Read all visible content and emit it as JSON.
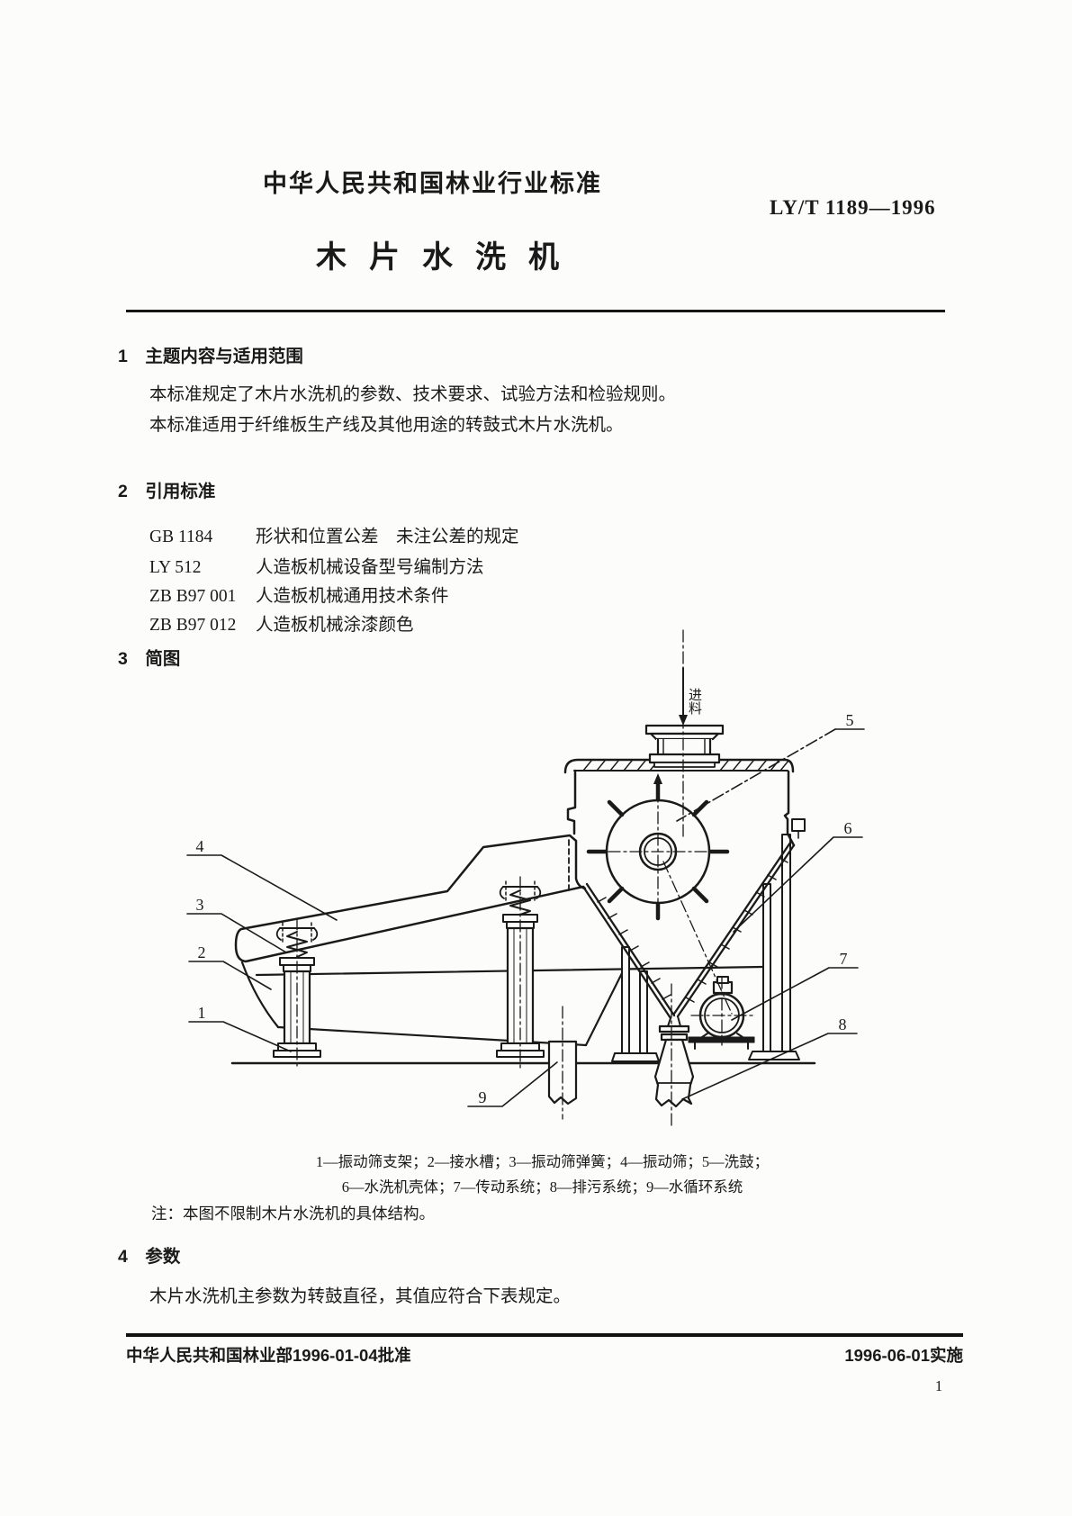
{
  "header": {
    "standard_type": "中华人民共和国林业行业标准",
    "standard_number": "LY/T 1189—1996",
    "title": "木片水洗机"
  },
  "sections": {
    "s1": {
      "heading": "1　主题内容与适用范围",
      "p1": "本标准规定了木片水洗机的参数、技术要求、试验方法和检验规则。",
      "p2": "本标准适用于纤维板生产线及其他用途的转鼓式木片水洗机。"
    },
    "s2": {
      "heading": "2　引用标准",
      "refs": [
        {
          "code": "GB 1184",
          "title": "形状和位置公差　未注公差的规定"
        },
        {
          "code": "LY 512",
          "title": "人造板机械设备型号编制方法"
        },
        {
          "code": "ZB B97 001",
          "title": "人造板机械通用技术条件"
        },
        {
          "code": "ZB B97 012",
          "title": "人造板机械涂漆颜色"
        }
      ]
    },
    "s3": {
      "heading": "3　简图",
      "figure": {
        "feed_label": "进料",
        "callouts": [
          "1",
          "2",
          "3",
          "4",
          "5",
          "6",
          "7",
          "8",
          "9"
        ],
        "caption_line1": "1—振动筛支架；2—接水槽；3—振动筛弹簧；4—振动筛；5—洗鼓；",
        "caption_line2": "6—水洗机壳体；7—传动系统；8—排污系统；9—水循环系统",
        "note": "注：本图不限制木片水洗机的具体结构。"
      }
    },
    "s4": {
      "heading": "4　参数",
      "p1": "木片水洗机主参数为转鼓直径，其值应符合下表规定。"
    }
  },
  "footer": {
    "approval": "中华人民共和国林业部1996-01-04批准",
    "implementation": "1996-06-01实施",
    "page_number": "1"
  }
}
